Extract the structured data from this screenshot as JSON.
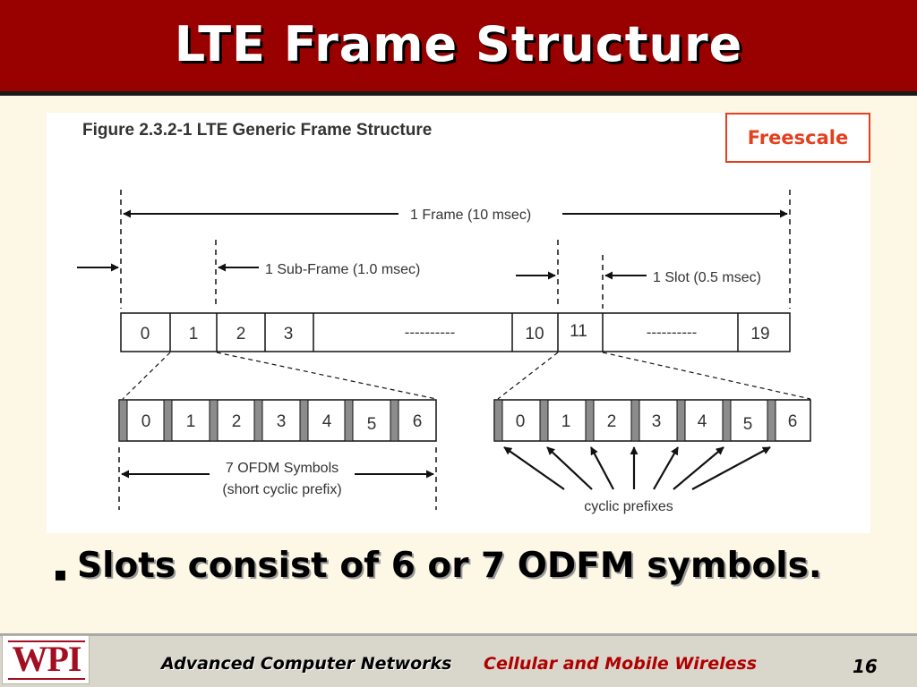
{
  "slide": {
    "title": "LTE Frame Structure",
    "bullet": "Slots consist of 6 or 7 ODFM symbols.",
    "bullet_marker": "▪"
  },
  "badge": {
    "label": "Freescale"
  },
  "figure": {
    "caption": "Figure 2.3.2-1  LTE Generic Frame Structure",
    "frame_label": "1 Frame (10 msec)",
    "subframe_label": "1 Sub-Frame (1.0 msec)",
    "slot_label": "1 Slot (0.5 msec)",
    "slots": [
      "0",
      "1",
      "2",
      "3",
      "10",
      "11",
      "19"
    ],
    "slot_ellipsis": "----------",
    "symbols": [
      "0",
      "1",
      "2",
      "3",
      "4",
      "5",
      "6"
    ],
    "ofdm_label_1": "7 OFDM Symbols",
    "ofdm_label_2": "(short cyclic prefix)",
    "cyclic_label": "cyclic prefixes"
  },
  "footer": {
    "logo": "WPI",
    "course": "Advanced Computer Networks",
    "topic": "Cellular and Mobile Wireless",
    "page": "16"
  },
  "colors": {
    "header": "#990000",
    "background": "#fdf7e6",
    "badge": "#e2401f",
    "topic": "#b00000",
    "logo": "#a30f22"
  }
}
